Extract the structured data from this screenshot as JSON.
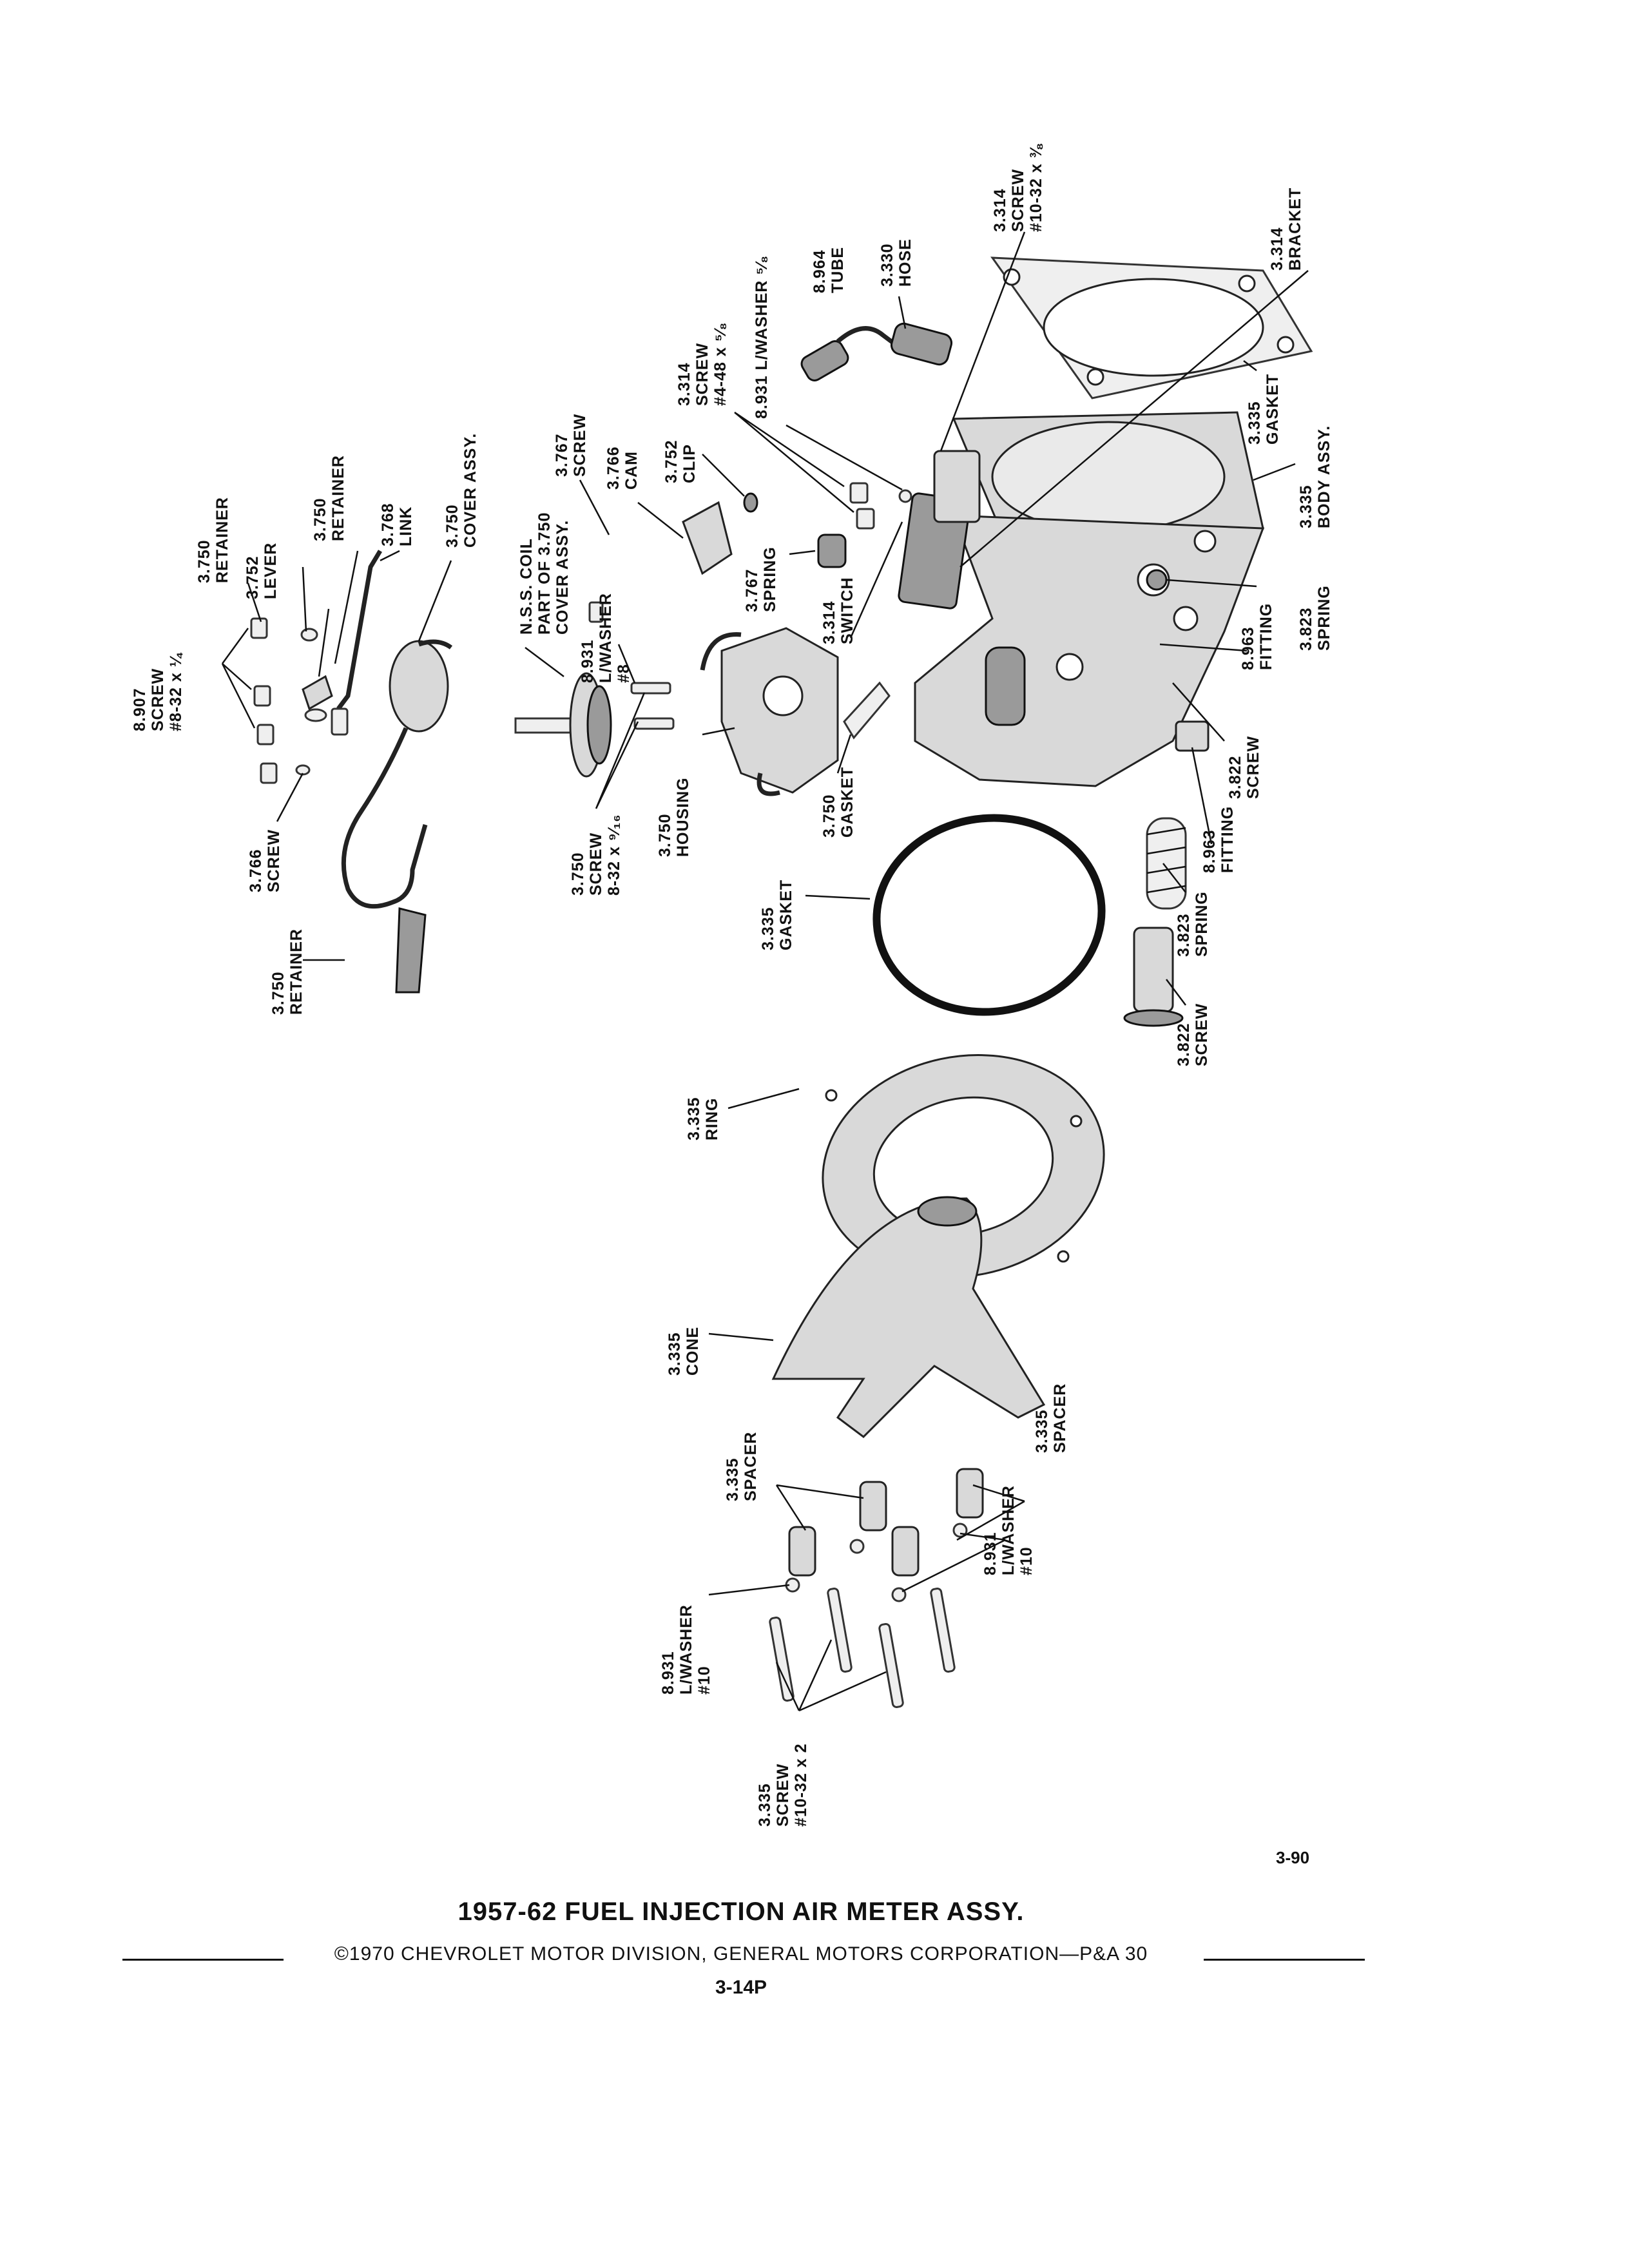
{
  "document": {
    "page_number": "3-90",
    "title": "1957-62 FUEL INJECTION AIR METER ASSY.",
    "copyright": "©1970 CHEVROLET MOTOR DIVISION, GENERAL MOTORS CORPORATION—P&A 30",
    "sheet_code": "3-14P"
  },
  "callouts": {
    "retainer_3750_top": [
      "3.750",
      "RETAINER"
    ],
    "lever_3752": [
      "3.752",
      "LEVER"
    ],
    "retainer_3750_mid": [
      "3.750",
      "RETAINER"
    ],
    "link_3768": [
      "3.768",
      "LINK"
    ],
    "cover_3750": [
      "3.750",
      "COVER ASSY."
    ],
    "screw_8907": [
      "8.907",
      "SCREW",
      "#8-32 x ¼"
    ],
    "screw_3766": [
      "3.766",
      "SCREW"
    ],
    "retainer_3750_low": [
      "3.750",
      "RETAINER"
    ],
    "coil_nss": [
      "N.S.S. COIL",
      "PART OF 3.750",
      "COVER ASSY."
    ],
    "washer_8931_8": [
      "8.931",
      "L/WASHER",
      "#8"
    ],
    "screw_3767": [
      "3.767",
      "SCREW"
    ],
    "cam_3766": [
      "3.766",
      "CAM"
    ],
    "clip_3752": [
      "3.752",
      "CLIP"
    ],
    "spring_3767": [
      "3.767",
      "SPRING"
    ],
    "screw_3750": [
      "3.750",
      "SCREW",
      "8-32 x ⁹⁄₁₆"
    ],
    "housing_3750": [
      "3.750",
      "HOUSING"
    ],
    "gasket_3750": [
      "3.750",
      "GASKET"
    ],
    "switch_3314": [
      "3.314",
      "SWITCH"
    ],
    "screw_3314_small": [
      "3.314",
      "SCREW",
      "#4-48 x ⁵⁄₈"
    ],
    "washer_8931_58": [
      "8.931 L/WASHER ⁵⁄₈"
    ],
    "tube_8964": [
      "8.964",
      "TUBE"
    ],
    "hose_3330": [
      "3.330",
      "HOSE"
    ],
    "screw_3314_top": [
      "3.314",
      "SCREW",
      "#10-32 x ⅜"
    ],
    "bracket_3314": [
      "3.314",
      "BRACKET"
    ],
    "gasket_3335_top": [
      "3.335",
      "GASKET"
    ],
    "body_3335": [
      "3.335",
      "BODY ASSY."
    ],
    "spring_3823_top": [
      "3.823",
      "SPRING"
    ],
    "fitting_8963_top": [
      "8.963",
      "FITTING"
    ],
    "screw_3822_top": [
      "3.822",
      "SCREW"
    ],
    "fitting_8963_low": [
      "8.963",
      "FITTING"
    ],
    "spring_3823_low": [
      "3.823",
      "SPRING"
    ],
    "screw_3822_low": [
      "3.822",
      "SCREW"
    ],
    "gasket_3335_ring": [
      "3.335",
      "GASKET"
    ],
    "ring_3335": [
      "3.335",
      "RING"
    ],
    "cone_3335": [
      "3.335",
      "CONE"
    ],
    "spacer_3335_left": [
      "3.335",
      "SPACER"
    ],
    "spacer_3335_right": [
      "3.335",
      "SPACER"
    ],
    "washer_8931_10_left": [
      "8.931",
      "L/WASHER",
      "#10"
    ],
    "washer_8931_10_right": [
      "8.931",
      "L/WASHER",
      "#10"
    ],
    "screw_3335_long": [
      "3.335",
      "SCREW",
      "#10-32 x 2"
    ]
  }
}
